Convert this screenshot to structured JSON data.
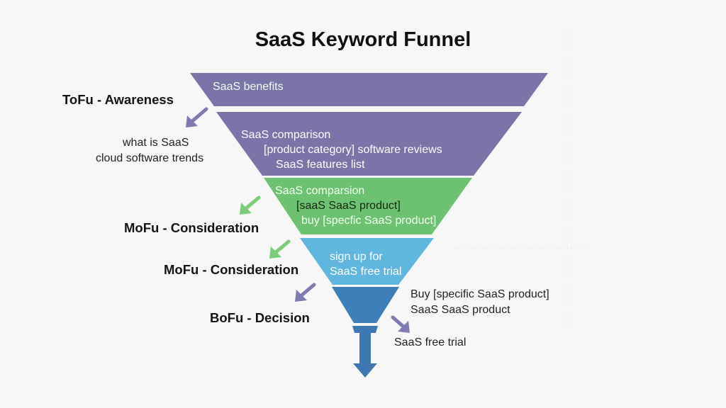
{
  "title": "SaaS Keyword Funnel",
  "colors": {
    "purple": "#7a74a8",
    "green": "#6cc271",
    "sky": "#5fb7e0",
    "blue": "#3d7fb8",
    "neck": "#3e78b2",
    "arrow_purple": "#7f7ab0",
    "arrow_green": "#7ccc7a",
    "text": "#141414"
  },
  "segments": [
    {
      "lines": [
        "SaaS benefits"
      ]
    },
    {
      "lines": [
        "SaaS comparison",
        "[product category] software reviews",
        "SaaS features list"
      ]
    },
    {
      "lines": [
        "SaaS comparsion",
        "[saaS SaaS product]",
        "buy [specfic SaaS product]"
      ]
    },
    {
      "lines": [
        "sign up for",
        "SaaS free trial"
      ]
    }
  ],
  "stage_labels": [
    "ToFu - Awareness",
    "MoFu - Consideration",
    "MoFu - Consideration",
    "BoFu - Decision"
  ],
  "notes": {
    "left_awareness": [
      "what is SaaS",
      "cloud software trends"
    ],
    "right_decision": [
      "Buy [specific SaaS product]",
      "SaaS SaaS product"
    ],
    "right_bottom": "SaaS free trial"
  }
}
